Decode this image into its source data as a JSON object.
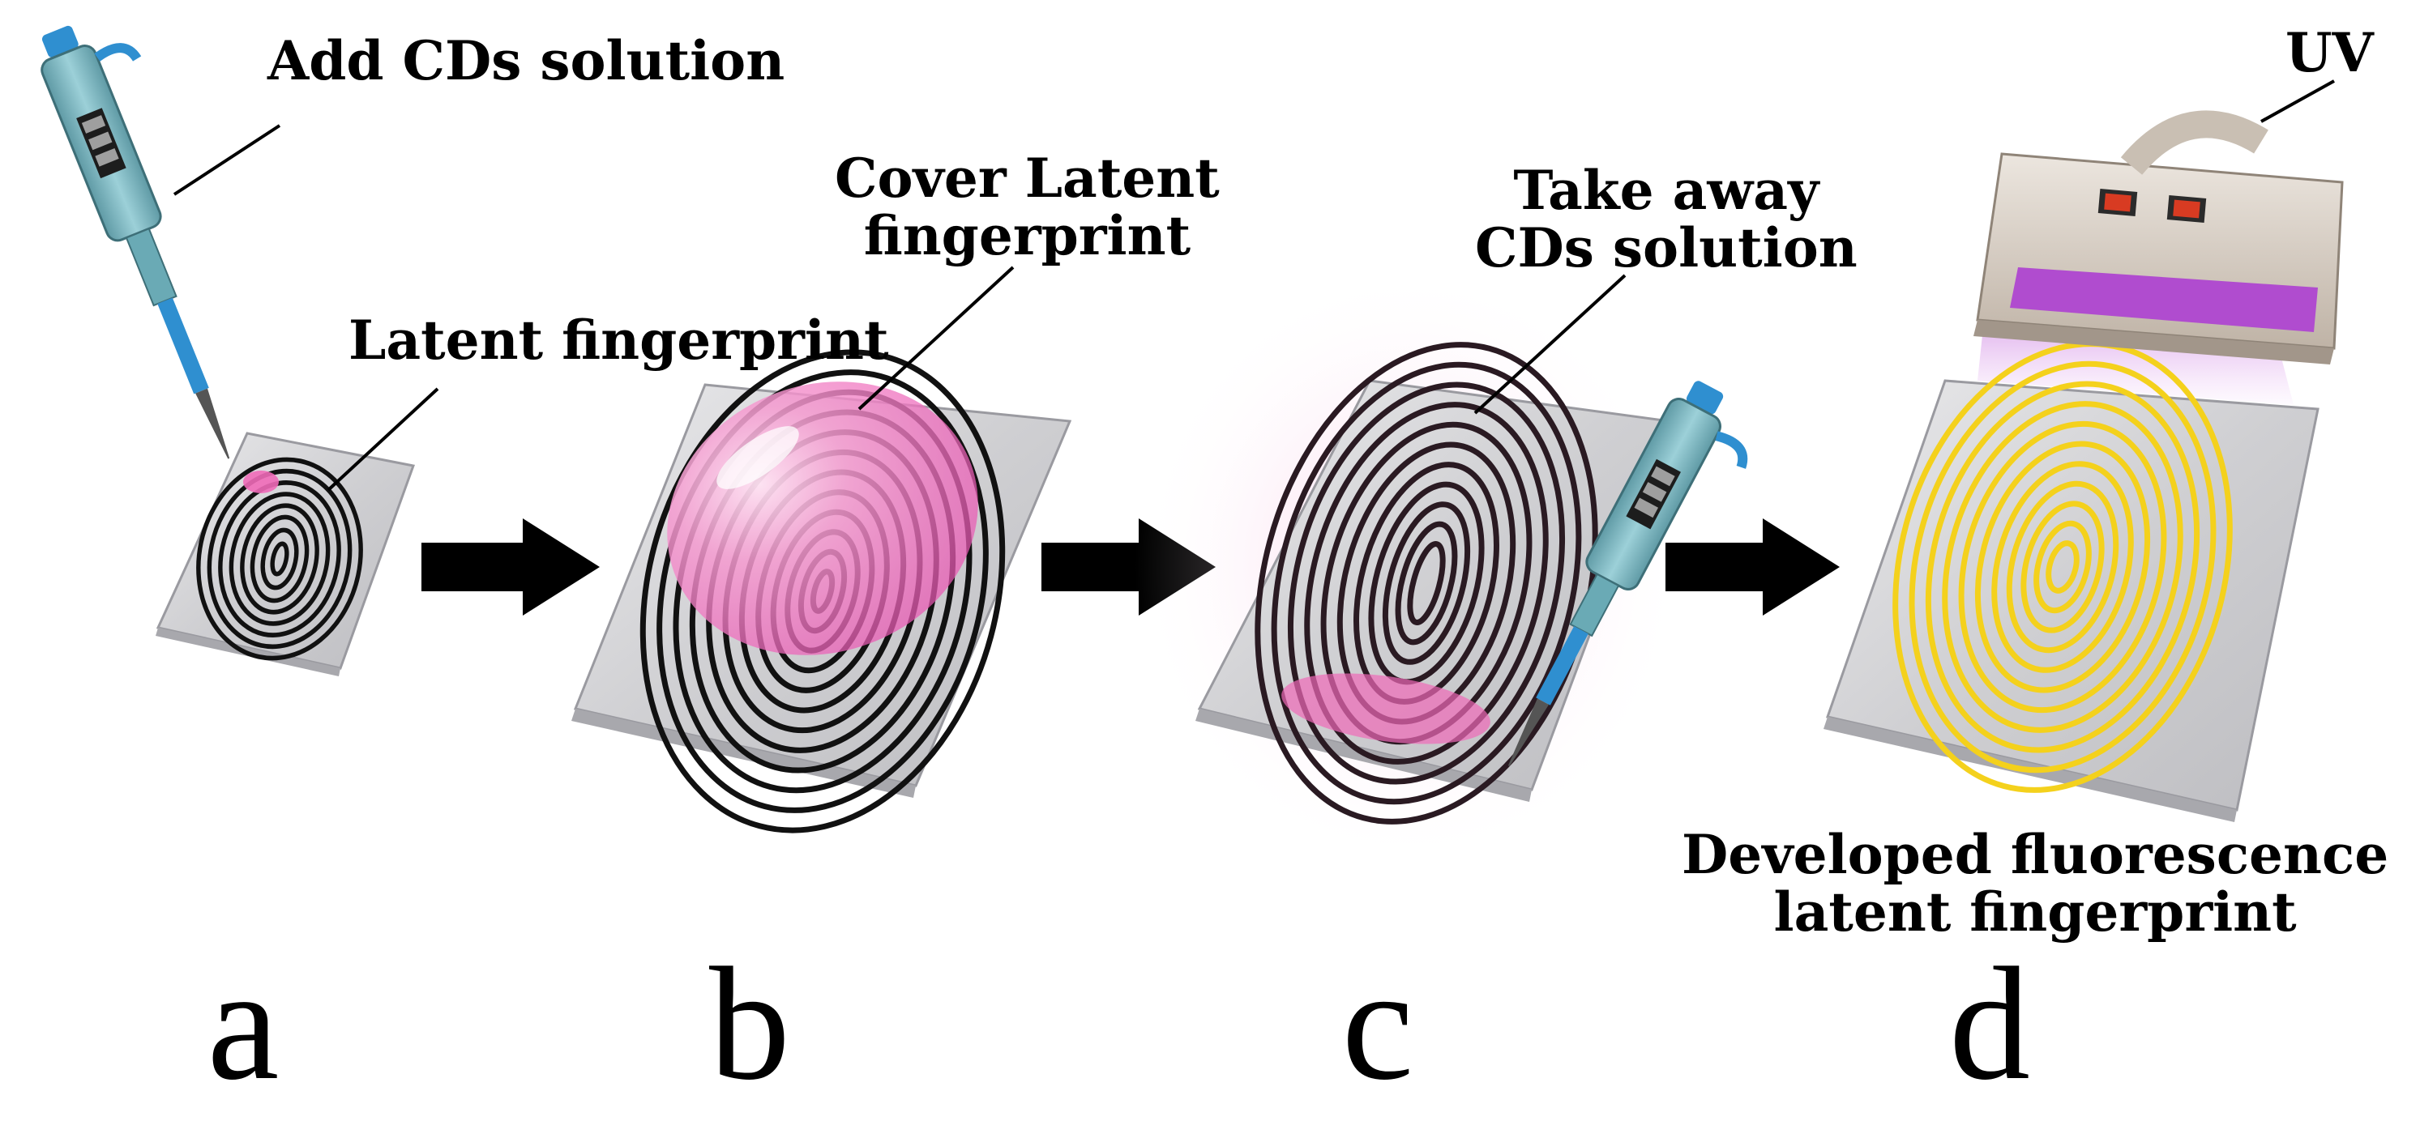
{
  "labels": {
    "add_cds": "Add CDs solution",
    "latent_fp": "Latent fingerprint",
    "cover_line1": "Cover Latent",
    "cover_line2": "fingerprint",
    "take_line1": "Take away",
    "take_line2": "CDs solution",
    "uv": "UV",
    "developed_line1": "Developed fluorescence",
    "developed_line2": "latent fingerprint"
  },
  "steps": [
    "a",
    "b",
    "c",
    "d"
  ],
  "colors": {
    "pink_solution": "#f06ab8",
    "fluorescence_yellow": "#f4d11c",
    "uv_purple": "#b04ccf",
    "pipette_teal": "#7ab3bd",
    "pipette_blue": "#2f8fd0",
    "glass_slide": "#d3d3d5",
    "lamp_body": "#d6cdc4",
    "arrow": "#000000"
  },
  "icons": [
    "pipette-icon",
    "glass-slide-icon",
    "fingerprint-icon",
    "uv-lamp-icon",
    "right-arrow-icon"
  ]
}
